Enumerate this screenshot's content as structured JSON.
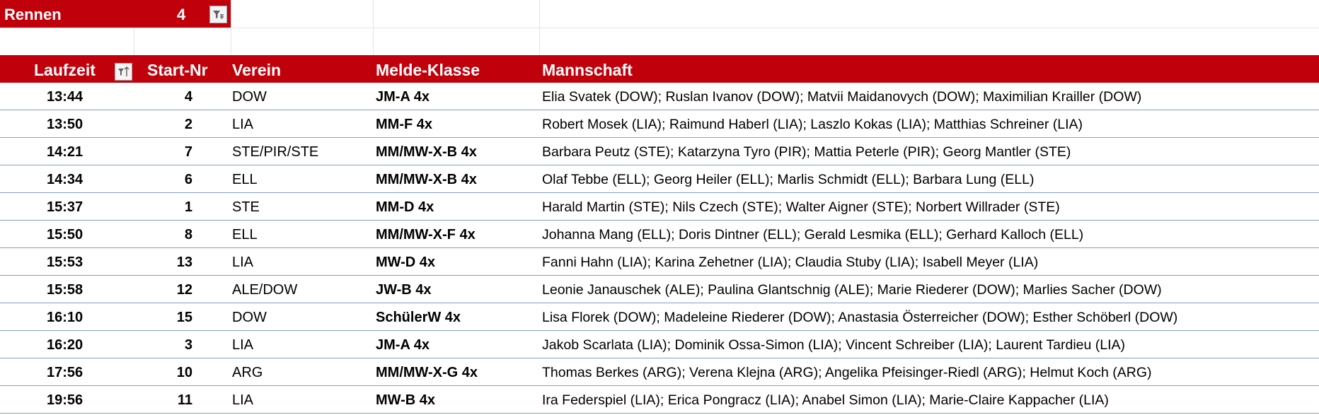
{
  "filter_cell": {
    "label": "Rennen",
    "value": "4"
  },
  "table": {
    "columns": [
      "Laufzeit",
      "Start-Nr",
      "Verein",
      "Melde-Klasse",
      "Mannschaft"
    ],
    "rows": [
      {
        "laufzeit": "13:44",
        "start_nr": "4",
        "verein": "DOW",
        "melde_klasse": "JM-A 4x",
        "mannschaft": "Elia Svatek (DOW); Ruslan Ivanov (DOW); Matvii Maidanovych (DOW); Maximilian Krailler (DOW)"
      },
      {
        "laufzeit": "13:50",
        "start_nr": "2",
        "verein": "LIA",
        "melde_klasse": "MM-F 4x",
        "mannschaft": "Robert Mosek (LIA); Raimund Haberl (LIA); Laszlo Kokas (LIA); Matthias Schreiner (LIA)"
      },
      {
        "laufzeit": "14:21",
        "start_nr": "7",
        "verein": "STE/PIR/STE",
        "melde_klasse": "MM/MW-X-B 4x",
        "mannschaft": "Barbara Peutz (STE); Katarzyna Tyro (PIR); Mattia Peterle (PIR); Georg Mantler (STE)"
      },
      {
        "laufzeit": "14:34",
        "start_nr": "6",
        "verein": "ELL",
        "melde_klasse": "MM/MW-X-B 4x",
        "mannschaft": "Olaf Tebbe (ELL); Georg Heiler (ELL); Marlis Schmidt (ELL); Barbara Lung (ELL)"
      },
      {
        "laufzeit": "15:37",
        "start_nr": "1",
        "verein": "STE",
        "melde_klasse": "MM-D 4x",
        "mannschaft": "Harald Martin (STE); Nils Czech (STE); Walter Aigner (STE); Norbert Willrader (STE)"
      },
      {
        "laufzeit": "15:50",
        "start_nr": "8",
        "verein": "ELL",
        "melde_klasse": "MM/MW-X-F 4x",
        "mannschaft": "Johanna Mang (ELL); Doris Dintner (ELL); Gerald Lesmika (ELL); Gerhard Kalloch (ELL)"
      },
      {
        "laufzeit": "15:53",
        "start_nr": "13",
        "verein": "LIA",
        "melde_klasse": "MW-D 4x",
        "mannschaft": "Fanni Hahn (LIA); Karina Zehetner (LIA); Claudia Stuby (LIA); Isabell Meyer (LIA)"
      },
      {
        "laufzeit": "15:58",
        "start_nr": "12",
        "verein": "ALE/DOW",
        "melde_klasse": "JW-B 4x",
        "mannschaft": "Leonie Janauschek (ALE); Paulina Glantschnig (ALE); Marie Riederer (DOW); Marlies Sacher (DOW)"
      },
      {
        "laufzeit": "16:10",
        "start_nr": "15",
        "verein": "DOW",
        "melde_klasse": "SchülerW 4x",
        "mannschaft": "Lisa Florek (DOW); Madeleine Riederer (DOW); Anastasia Österreicher (DOW); Esther Schöberl (DOW)"
      },
      {
        "laufzeit": "16:20",
        "start_nr": "3",
        "verein": "LIA",
        "melde_klasse": "JM-A 4x",
        "mannschaft": "Jakob Scarlata (LIA); Dominik Ossa-Simon (LIA); Vincent Schreiber (LIA); Laurent Tardieu (LIA)"
      },
      {
        "laufzeit": "17:56",
        "start_nr": "10",
        "verein": "ARG",
        "melde_klasse": "MM/MW-X-G 4x",
        "mannschaft": "Thomas Berkes (ARG); Verena Klejna (ARG); Angelika Pfeisinger-Riedl (ARG); Helmut Koch (ARG)"
      },
      {
        "laufzeit": "19:56",
        "start_nr": "11",
        "verein": "LIA",
        "melde_klasse": "MW-B 4x",
        "mannschaft": "Ira Federspiel (LIA); Erica Pongracz (LIA); Anabel Simon (LIA); Marie-Claire Kappacher (LIA)"
      }
    ]
  },
  "icons": {
    "rennen_filter": "filter-active-icon",
    "laufzeit_filter": "filter-sort-ascending-icon"
  },
  "colors": {
    "header_red": "#c0000b",
    "header_text": "#ffffff",
    "row_border": "#7f9fc4"
  }
}
